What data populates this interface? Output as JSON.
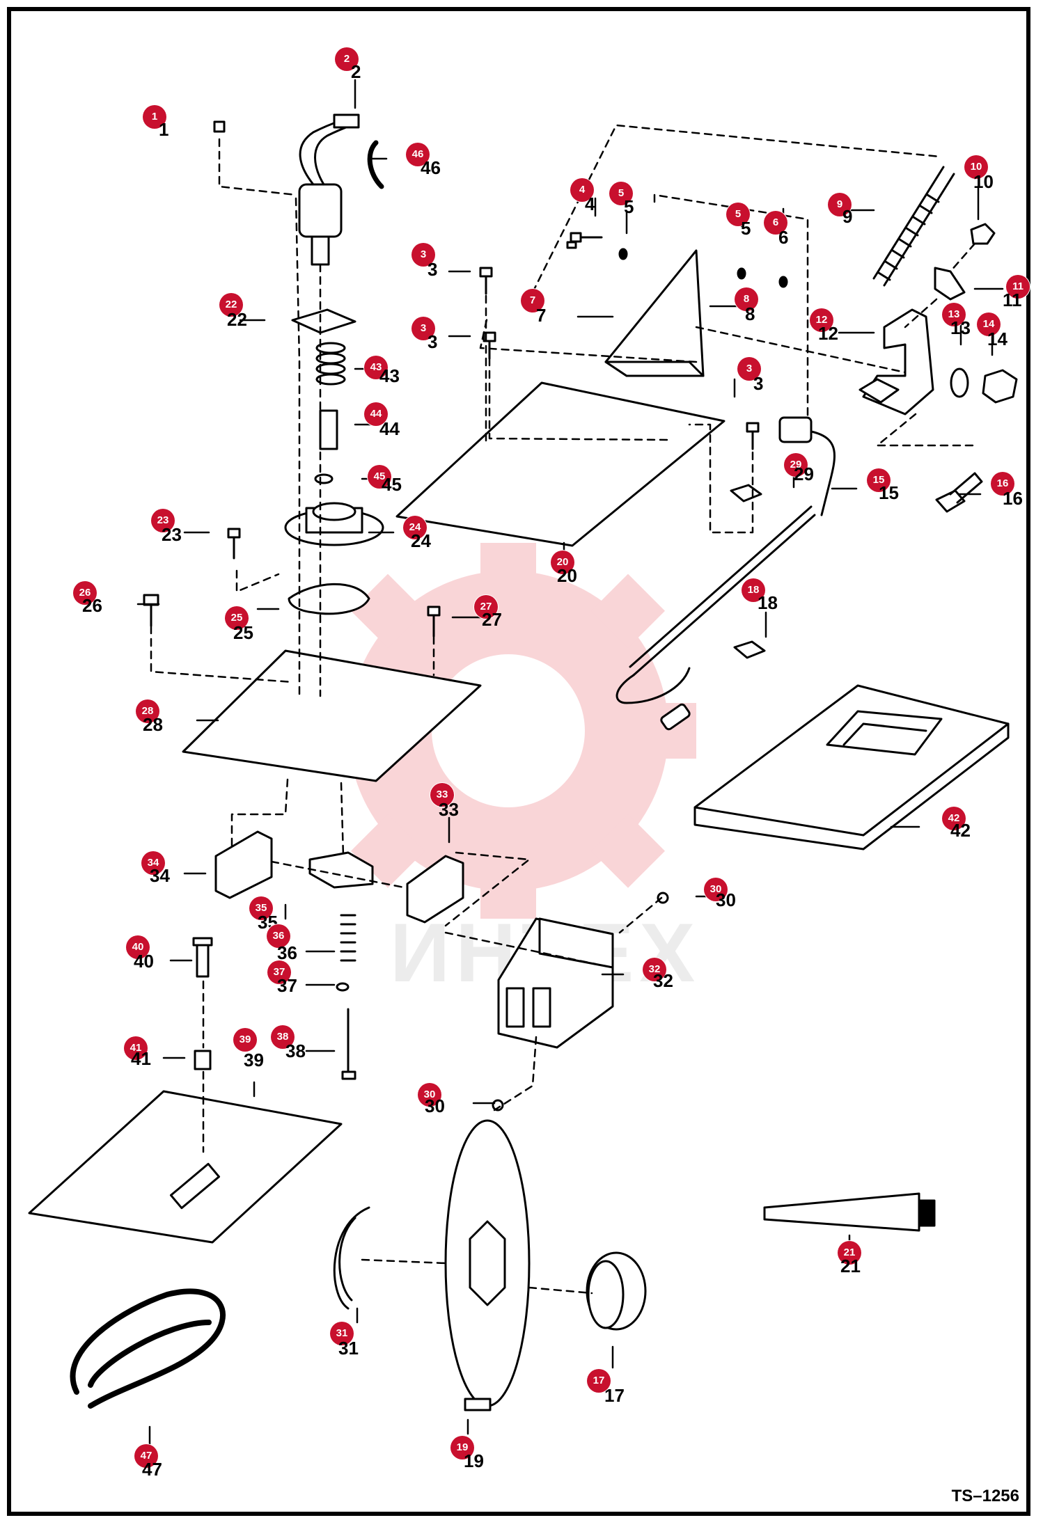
{
  "document": {
    "code": "TS–1256",
    "watermark_text": "ИНТЕХ"
  },
  "colors": {
    "callout": "#c8102e",
    "watermark": "#f4c7c7",
    "line": "#000000"
  },
  "callouts": [
    {
      "id": "c1",
      "number": "1",
      "badge": "1"
    },
    {
      "id": "c2",
      "number": "2",
      "badge": "2"
    },
    {
      "id": "c46",
      "number": "46",
      "badge": "46"
    },
    {
      "id": "c3a",
      "number": "3",
      "badge": "3"
    },
    {
      "id": "c3b",
      "number": "3",
      "badge": "3"
    },
    {
      "id": "c3c",
      "number": "3",
      "badge": "3"
    },
    {
      "id": "c4",
      "number": "4",
      "badge": "4"
    },
    {
      "id": "c5a",
      "number": "5",
      "badge": "5"
    },
    {
      "id": "c5b",
      "number": "5",
      "badge": "5"
    },
    {
      "id": "c6",
      "number": "6",
      "badge": "6"
    },
    {
      "id": "c7",
      "number": "7",
      "badge": "7"
    },
    {
      "id": "c8",
      "number": "8",
      "badge": "8"
    },
    {
      "id": "c9",
      "number": "9",
      "badge": "9"
    },
    {
      "id": "c10",
      "number": "10",
      "badge": "10"
    },
    {
      "id": "c11",
      "number": "11",
      "badge": "11"
    },
    {
      "id": "c12",
      "number": "12",
      "badge": "12"
    },
    {
      "id": "c13",
      "number": "13",
      "badge": "13"
    },
    {
      "id": "c14",
      "number": "14",
      "badge": "14"
    },
    {
      "id": "c15",
      "number": "15",
      "badge": "15"
    },
    {
      "id": "c16",
      "number": "16",
      "badge": "16"
    },
    {
      "id": "c18",
      "number": "18",
      "badge": "18"
    },
    {
      "id": "c20",
      "number": "20",
      "badge": "20"
    },
    {
      "id": "c22",
      "number": "22",
      "badge": "22"
    },
    {
      "id": "c43",
      "number": "43",
      "badge": "43"
    },
    {
      "id": "c44",
      "number": "44",
      "badge": "44"
    },
    {
      "id": "c45",
      "number": "45",
      "badge": "45"
    },
    {
      "id": "c23",
      "number": "23",
      "badge": "23"
    },
    {
      "id": "c24",
      "number": "24",
      "badge": "24"
    },
    {
      "id": "c25",
      "number": "25",
      "badge": "25"
    },
    {
      "id": "c26",
      "number": "26",
      "badge": "26"
    },
    {
      "id": "c27",
      "number": "27",
      "badge": "27"
    },
    {
      "id": "c28",
      "number": "28",
      "badge": "28"
    },
    {
      "id": "c29",
      "number": "29",
      "badge": "29"
    },
    {
      "id": "c42",
      "number": "42",
      "badge": "42"
    },
    {
      "id": "c33",
      "number": "33",
      "badge": "33"
    },
    {
      "id": "c34",
      "number": "34",
      "badge": "34"
    },
    {
      "id": "c35",
      "number": "35",
      "badge": "35"
    },
    {
      "id": "c36",
      "number": "36",
      "badge": "36"
    },
    {
      "id": "c37",
      "number": "37",
      "badge": "37"
    },
    {
      "id": "c38",
      "number": "38",
      "badge": "38"
    },
    {
      "id": "c30a",
      "number": "30",
      "badge": "30"
    },
    {
      "id": "c30b",
      "number": "30",
      "badge": "30"
    },
    {
      "id": "c32",
      "number": "32",
      "badge": "32"
    },
    {
      "id": "c40",
      "number": "40",
      "badge": "40"
    },
    {
      "id": "c41",
      "number": "41",
      "badge": "41"
    },
    {
      "id": "c39",
      "number": "39",
      "badge": "39"
    },
    {
      "id": "c21",
      "number": "21",
      "badge": "21"
    },
    {
      "id": "c31",
      "number": "31",
      "badge": "31"
    },
    {
      "id": "c17",
      "number": "17",
      "badge": "17"
    },
    {
      "id": "c19",
      "number": "19",
      "badge": "19"
    },
    {
      "id": "c47",
      "number": "47",
      "badge": "47"
    }
  ]
}
